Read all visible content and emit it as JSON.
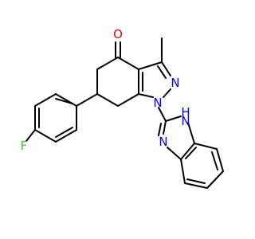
{
  "molecule": {
    "atoms": {
      "o": "O",
      "n2": "N",
      "n1": "N",
      "nh_n": "N",
      "nh_h": "H",
      "n_imine": "N",
      "f": "F"
    },
    "colors": {
      "bond": "#000000",
      "oxygen": "#ff0000",
      "nitrogen": "#0000ff",
      "fluorine": "#33cc33",
      "background": "#ffffff"
    }
  }
}
